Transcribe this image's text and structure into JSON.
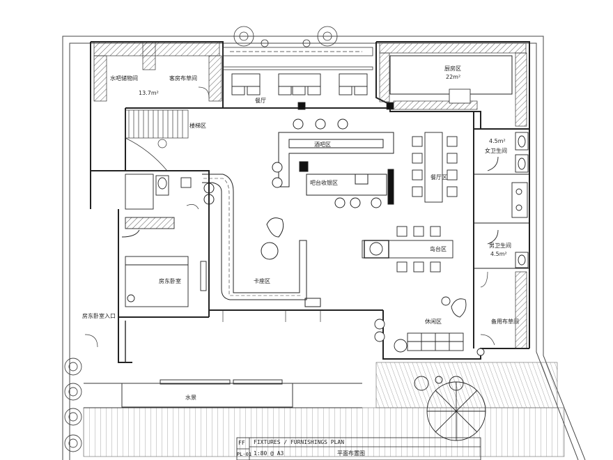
{
  "plan": {
    "rooms": {
      "bar_storage": "水吧储物间",
      "guest_storage": "客房布草间",
      "guest_storage_area": "13.7m²",
      "kitchen": "厨房区",
      "kitchen_area": "22m²",
      "dining": "餐厅",
      "stairs": "楼梯区",
      "bar": "酒吧区",
      "bar_counter": "吧台收银区",
      "dining_area": "餐厅区",
      "female_wc": "女卫生间",
      "female_wc_area": "4.5m²",
      "male_wc": "男卫生间",
      "male_wc_area": "4.5m²",
      "counter": "岛台区",
      "booth": "卡座区",
      "owner_bedroom": "房东卧室",
      "owner_entrance": "房东卧室入口",
      "lounge": "休闲区",
      "spare_linen": "备用布草间",
      "pool": "水景"
    },
    "title_block": {
      "code_top": "FF",
      "code_bottom": "PL-01",
      "title_en": "FIXTURES / FURNISHINGS  PLAN",
      "scale": "1:80 @ A3",
      "title_cn": "平面布置图"
    }
  }
}
